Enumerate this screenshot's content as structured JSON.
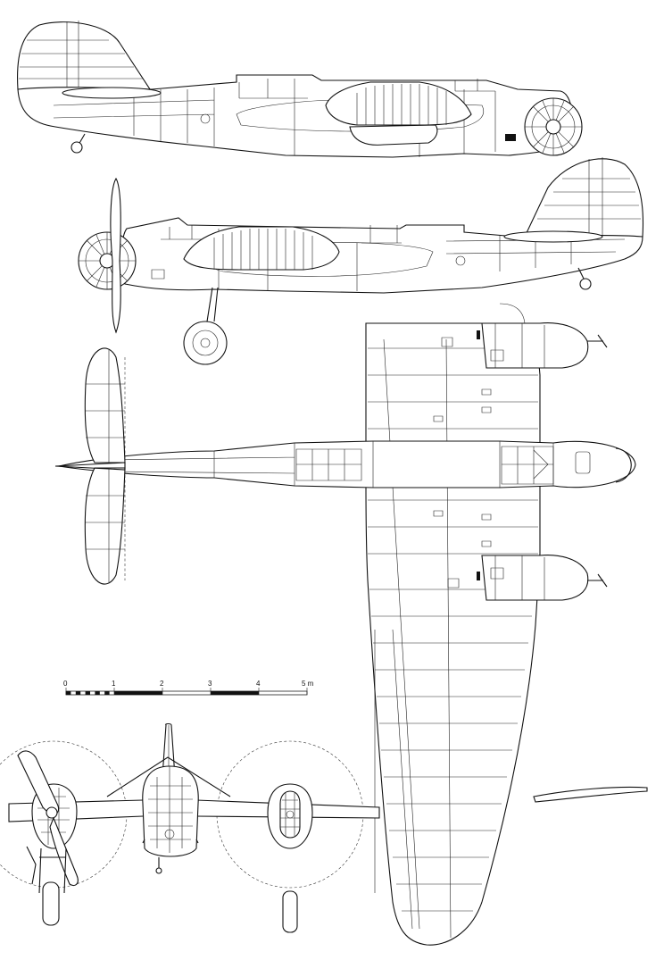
{
  "scale_bar": {
    "ticks": [
      "0",
      "1",
      "2",
      "3",
      "4",
      "5 m"
    ]
  },
  "views": [
    {
      "id": "side-view-right"
    },
    {
      "id": "side-view-left"
    },
    {
      "id": "top-view"
    },
    {
      "id": "front-view"
    }
  ]
}
